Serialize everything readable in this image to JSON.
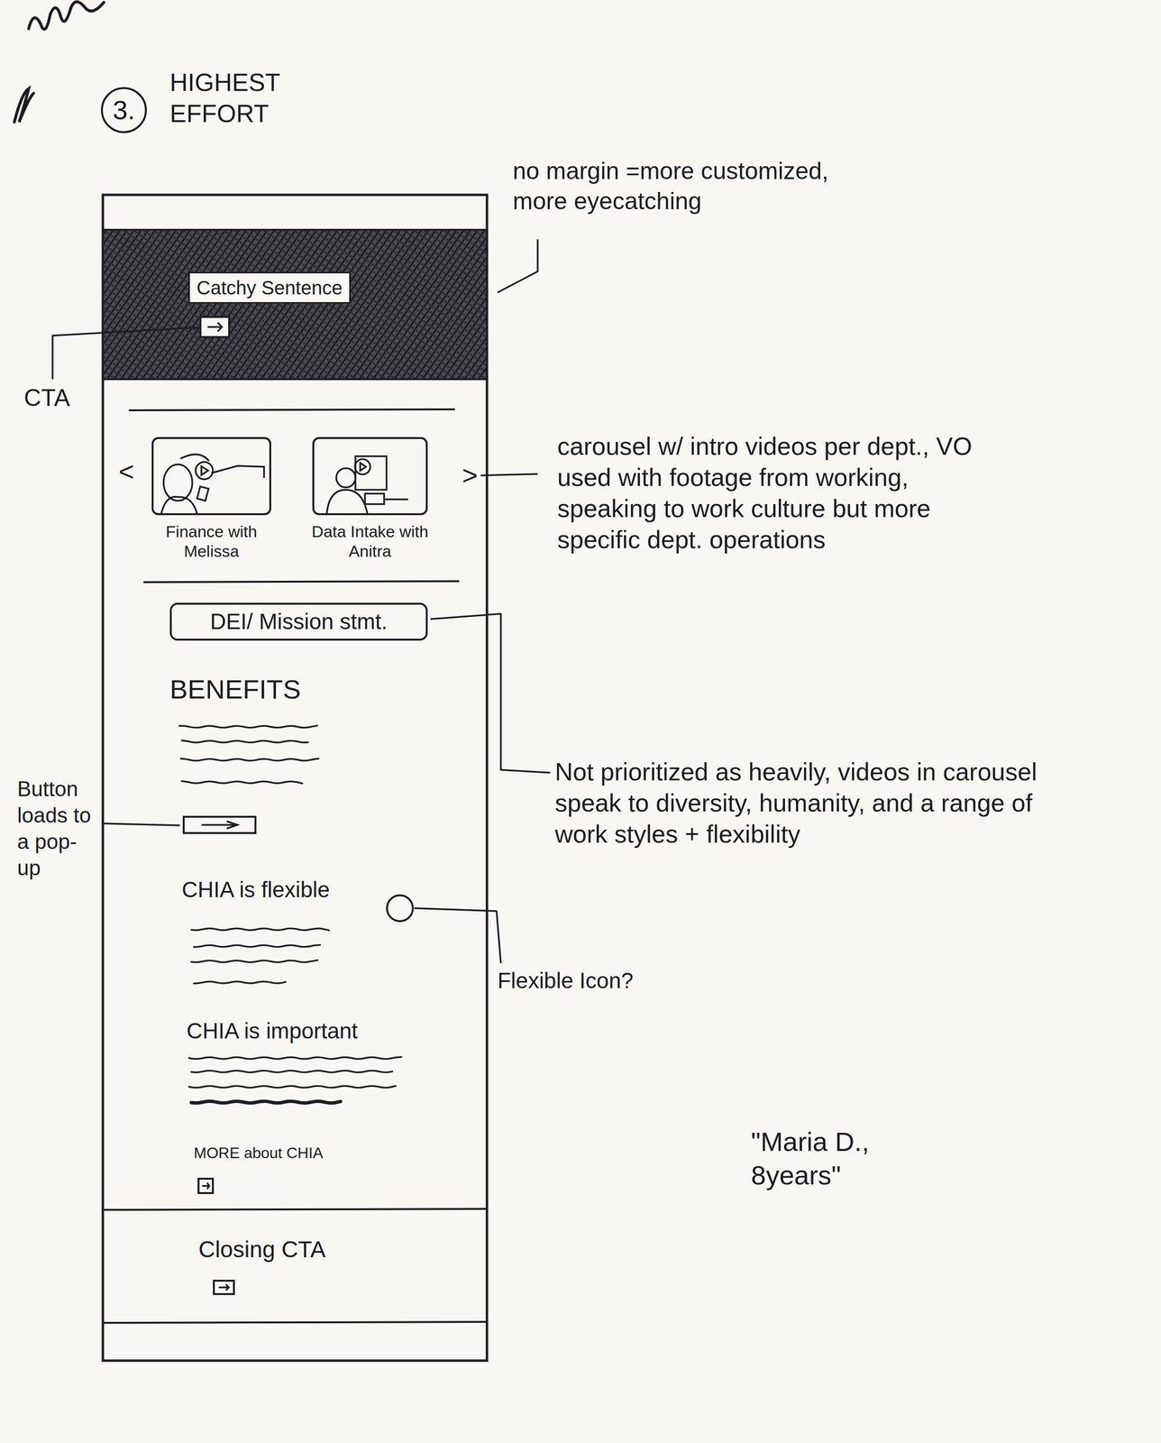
{
  "diagram": {
    "nodes": [
      {
        "text": [
          "3."
        ]
      },
      {
        "text": [
          "Catchy Sentence"
        ]
      },
      {
        "text": [
          "Finance with Melissa"
        ]
      },
      {
        "text": [
          "Data Intake with Anitra"
        ]
      },
      {
        "text": [
          "DEI/ Mission stmt."
        ]
      }
    ],
    "labels": [
      "HIGHEST EFFORT",
      "no margin =more customized, more eyecatching",
      "CTA",
      "<",
      ">",
      "carousel w/ intro videos per dept., VO used with footage from working, speaking to work culture but more specific dept. operations",
      "Not prioritized as heavily, videos in carousel speak to diversity, humanity, and a range of work styles + flexibility",
      "BENEFITS",
      "Button loads to a pop-up",
      "CHIA is flexible",
      "Flexible Icon?",
      "CHIA is important",
      "MORE about CHIA",
      "Closing CTA",
      "\"Maria D., 8years\""
    ]
  }
}
